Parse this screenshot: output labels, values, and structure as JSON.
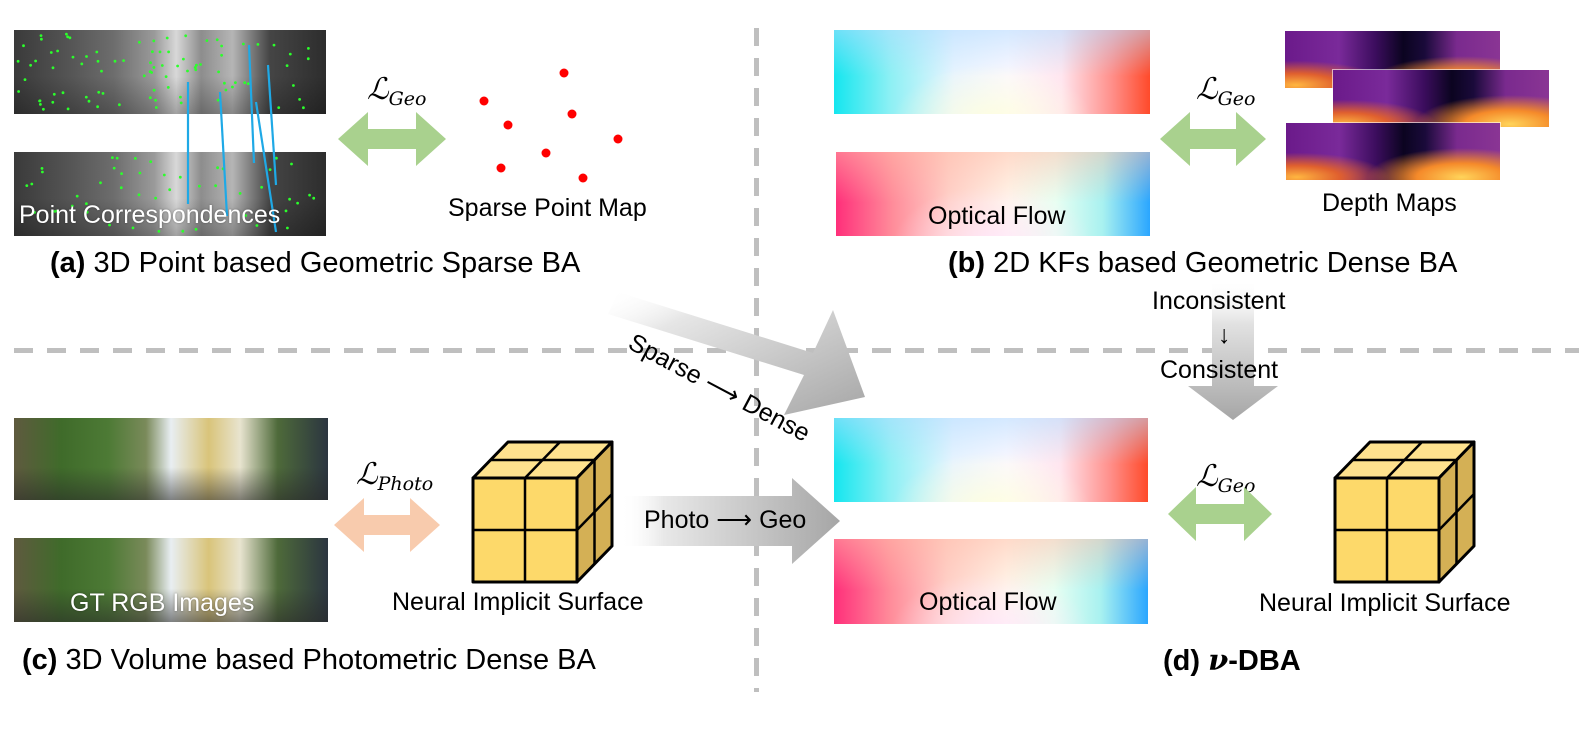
{
  "figure": {
    "panels": {
      "a": {
        "caption_tag": "(a)",
        "caption_text": " 3D Point based Geometric Sparse BA",
        "image_label": "Point Correspondences",
        "loss_symbol": "ℒ",
        "loss_subscript": "Geo",
        "map_label": "Sparse Point Map",
        "arrow_color": "#A9D18E",
        "point_color": "#FF0000",
        "match_line_color": "#1FA9E6"
      },
      "b": {
        "caption_tag": "(b)",
        "caption_text": " 2D KFs based Geometric Dense BA",
        "flow_label": "Optical Flow",
        "loss_symbol": "ℒ",
        "loss_subscript": "Geo",
        "depth_label": "Depth Maps",
        "arrow_color": "#A9D18E"
      },
      "c": {
        "caption_tag": "(c)",
        "caption_text": " 3D Volume based Photometric Dense BA",
        "image_label": "GT RGB Images",
        "loss_symbol": "ℒ",
        "loss_subscript": "Photo",
        "surface_label": "Neural Implicit Surface",
        "arrow_color": "#F8CBAD"
      },
      "d": {
        "caption_tag": "(d) ",
        "caption_nu": "ν",
        "caption_text": "-DBA",
        "flow_label": "Optical Flow",
        "loss_symbol": "ℒ",
        "loss_subscript": "Geo",
        "surface_label": "Neural Implicit Surface",
        "arrow_color": "#A9D18E"
      }
    },
    "transitions": {
      "sparse_to_dense": "Sparse ⟶ Dense",
      "photo_to_geo": "Photo ⟶ Geo",
      "inconsistent": "Inconsistent",
      "down_arrow": "↓",
      "consistent": "Consistent"
    },
    "cube_colors": {
      "front": "#FDD96A",
      "top": "#FEE28E",
      "side": "#D4B055",
      "edge": "#000000"
    },
    "divider_color": "#BFBFBF"
  }
}
